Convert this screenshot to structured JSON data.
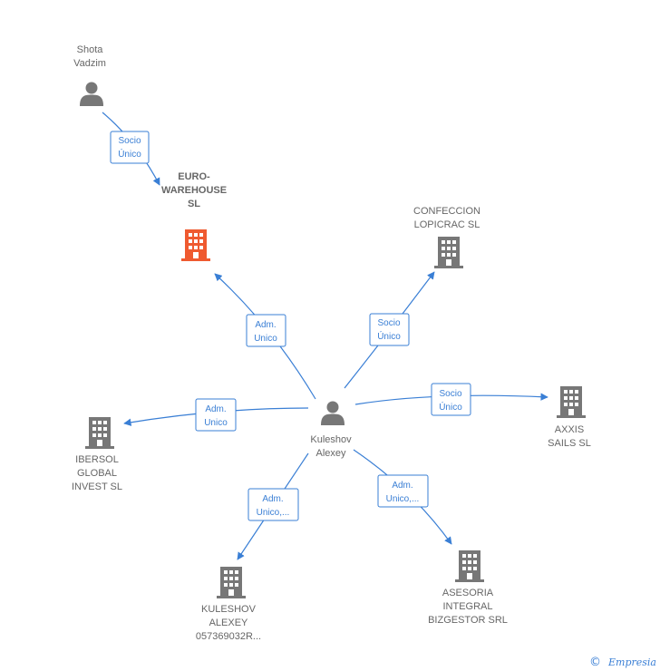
{
  "colors": {
    "edge": "#3a7fd5",
    "icon": "#777777",
    "focus": "#ef5a30",
    "label": "#666666"
  },
  "nodes": {
    "shota": {
      "lines": [
        "Shota",
        "Vadzim"
      ],
      "icon": "person-icon"
    },
    "euro": {
      "lines": [
        "EURO-",
        "WAREHOUSE",
        "SL"
      ],
      "icon": "building-icon",
      "highlight": true
    },
    "confeccion": {
      "lines": [
        "CONFECCION",
        "LOPICRAC  SL"
      ],
      "icon": "building-icon"
    },
    "kuleshov": {
      "lines": [
        "Kuleshov",
        "Alexey"
      ],
      "icon": "person-icon"
    },
    "axxis": {
      "lines": [
        "AXXIS",
        "SAILS SL"
      ],
      "icon": "building-icon"
    },
    "ibersol": {
      "lines": [
        "IBERSOL",
        "GLOBAL",
        "INVEST SL"
      ],
      "icon": "building-icon"
    },
    "kuleshov_co": {
      "lines": [
        "KULESHOV",
        "ALEXEY",
        "057369032R..."
      ],
      "icon": "building-icon"
    },
    "asesoria": {
      "lines": [
        "ASESORIA",
        "INTEGRAL",
        "BIZGESTOR SRL"
      ],
      "icon": "building-icon"
    }
  },
  "edges": {
    "shota_euro": [
      "Socio",
      "Único"
    ],
    "k_euro": [
      "Adm.",
      "Unico"
    ],
    "k_confeccion": [
      "Socio",
      "Único"
    ],
    "k_axxis": [
      "Socio",
      "Único"
    ],
    "k_ibersol": [
      "Adm.",
      "Unico"
    ],
    "k_kuleshov_co": [
      "Adm.",
      "Unico,..."
    ],
    "k_asesoria": [
      "Adm.",
      "Unico,..."
    ]
  },
  "footer": {
    "copyright": "©",
    "brand": "Empresia"
  }
}
